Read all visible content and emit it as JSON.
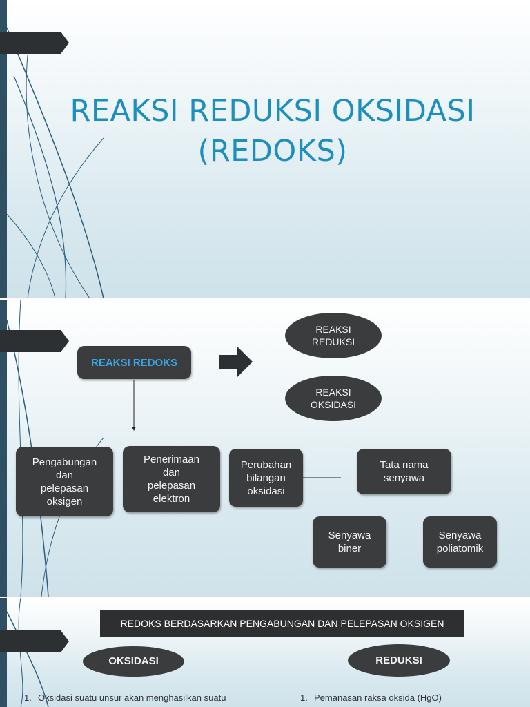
{
  "slide1": {
    "title_line1": "REAKSI REDUKSI OKSIDASI",
    "title_line2": "(REDOKS)"
  },
  "slide2": {
    "main_box": "REAKSI REDOKS",
    "oval_reduksi": [
      "REAKSI",
      "REDUKSI"
    ],
    "oval_oksidasi": [
      "REAKSI",
      "OKSIDASI"
    ],
    "box_oksigen": [
      "Pengabungan",
      "dan",
      "pelepasan",
      "oksigen"
    ],
    "box_elektron": [
      "Penerimaan",
      "dan",
      "pelepasan",
      "elektron"
    ],
    "box_bilangan": [
      "Perubahan",
      "bilangan",
      "oksidasi"
    ],
    "box_tatanama": [
      "Tata nama",
      "senyawa"
    ],
    "box_biner": [
      "Senyawa",
      "biner"
    ],
    "box_poliatomik": [
      "Senyawa",
      "poliatomik"
    ]
  },
  "slide3": {
    "banner": "REDOKS BERDASARKAN PENGABUNGAN DAN PELEPASAN OKSIGEN",
    "oksidasi_label": "OKSIDASI",
    "reduksi_label": "REDUKSI",
    "left_item_num": "1.",
    "left_item_text": "Oksidasi suatu unsur akan menghasilkan suatu",
    "right_item_num": "1.",
    "right_item_text": "Pemanasan raksa oksida (HgO)"
  },
  "colors": {
    "title_blue": "#1d8fbf",
    "box_dark": "#3a3c3e",
    "side_bar": "#2f4f63",
    "link_blue": "#3aa6e6"
  }
}
